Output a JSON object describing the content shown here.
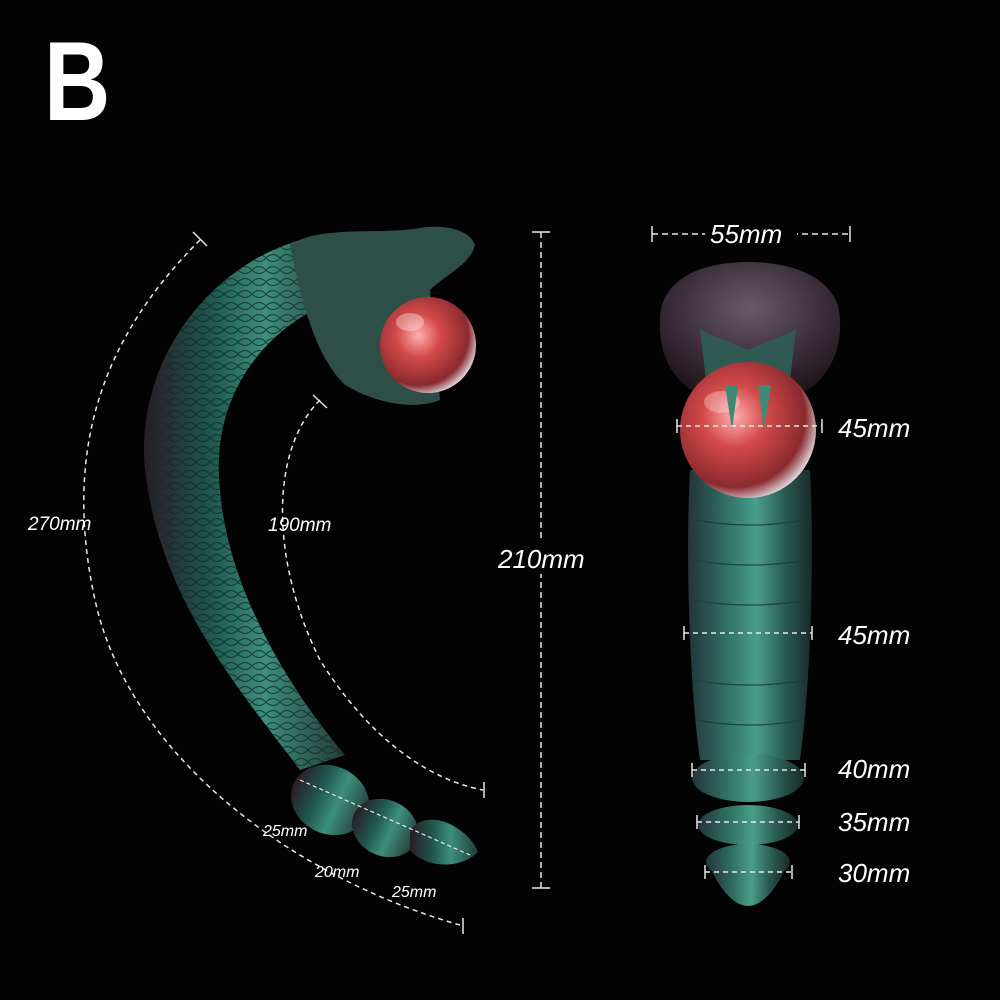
{
  "variant_label": "B",
  "colors": {
    "background": "#030303",
    "body": "#1f5a50",
    "body_highlight": "#3d8f7c",
    "body_shadow": "#2a1c24",
    "orb": "#d44a4a",
    "dimension_line": "#e8e8e8",
    "text": "#ffffff"
  },
  "side_view": {
    "outer_length": "270mm",
    "inner_length": "190mm",
    "height": "210mm",
    "tip_segment_1": "25mm",
    "tip_segment_2": "20mm",
    "tip_segment_3": "25mm"
  },
  "front_view": {
    "head_width": "55mm",
    "orb_width": "45mm",
    "upper_body_width": "45mm",
    "bead_1_width": "40mm",
    "bead_2_width": "35mm",
    "bead_3_width": "30mm"
  }
}
